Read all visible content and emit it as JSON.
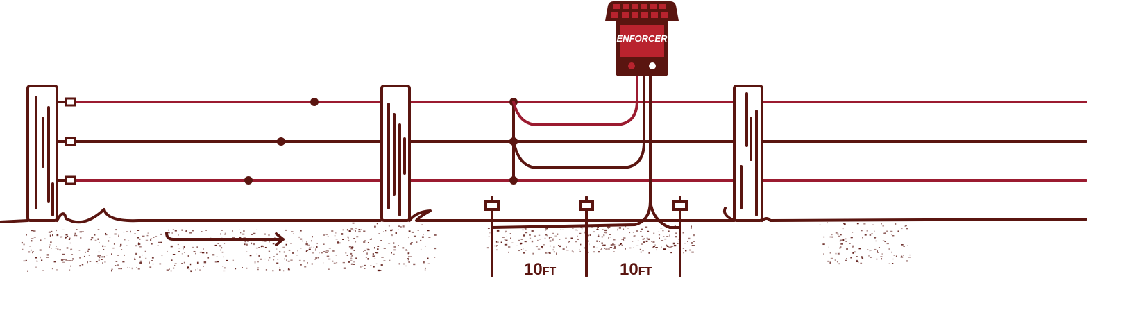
{
  "diagram": {
    "energizer_brand": "ENFORCER",
    "spacing_labels": [
      {
        "number": "10",
        "unit": "FT"
      },
      {
        "number": "10",
        "unit": "FT"
      }
    ]
  },
  "colors": {
    "dark": "#5a1510",
    "hot_wire": "#9b1b30",
    "box": "#b9232e"
  }
}
